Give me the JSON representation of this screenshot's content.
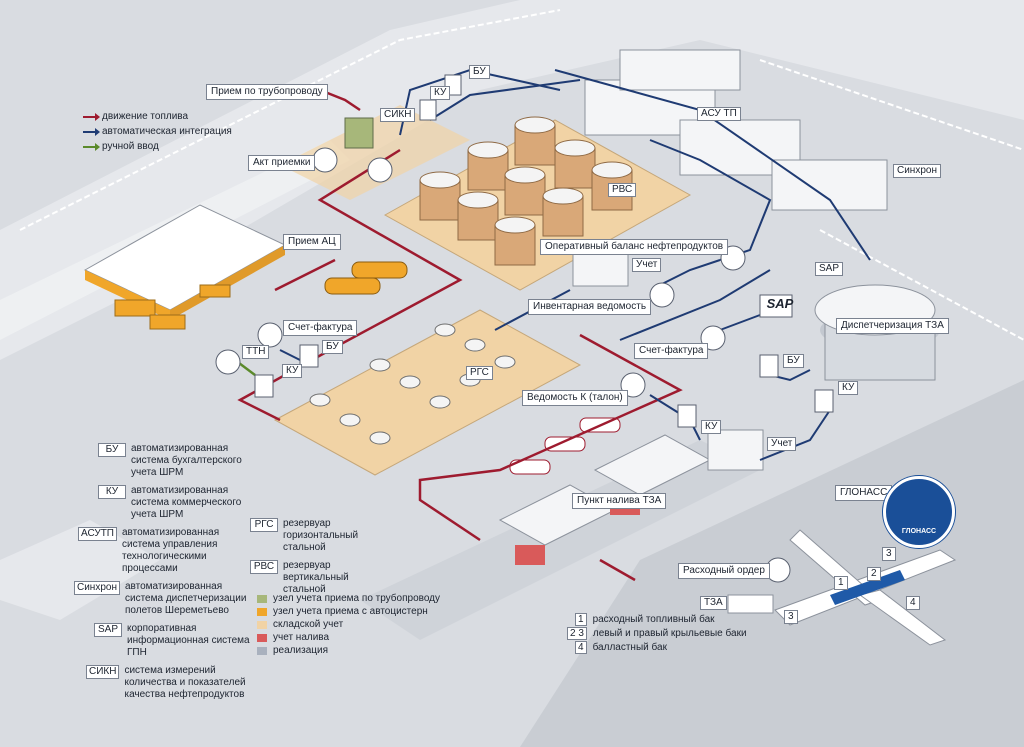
{
  "labels": {
    "pipeline_intake": "Прием по трубопроводу",
    "bu_top": "БУ",
    "sikn": "СИКН",
    "ku_top": "КУ",
    "akt": "Акт приемки",
    "asutp": "АСУ ТП",
    "sinhron": "Синхрон",
    "priem_ac": "Прием АЦ",
    "rvs": "РВС",
    "op_balance": "Оперативный баланс нефтепродуктов",
    "uchet_top": "Учет",
    "sap_tag": "SAP",
    "sap_logo": "SAP",
    "inventory": "Инвентарная ведомость",
    "dispatch": "Диспетчеризация ТЗА",
    "schet_factura_left": "Счет-фактура",
    "ttn": "ТТН",
    "bu_left": "БУ",
    "ku_left": "КУ",
    "rgs": "РГС",
    "schet_factura_right": "Счет-фактура",
    "bu_right": "БУ",
    "ku_right": "КУ",
    "vedomost": "Ведомость К (талон)",
    "ku_mid": "КУ",
    "uchet_bottom": "Учет",
    "glonass": "ГЛОНАСС",
    "glonass_logo": "ГЛОНАСС",
    "punkt": "Пункт налива ТЗА",
    "order": "Расходный ордер",
    "tza": "ТЗА",
    "plane_1": "1",
    "plane_2": "2",
    "plane_3a": "3",
    "plane_3b": "3",
    "plane_4": "4"
  },
  "flow_legend": [
    {
      "label": "движение топлива",
      "color": "#9e1b2f"
    },
    {
      "label": "автоматическая интеграция",
      "color": "#1f3b73"
    },
    {
      "label": "ручной ввод",
      "color": "#5b8a2b"
    }
  ],
  "abbreviations": [
    {
      "abbr": "БУ",
      "desc": "автоматизированная система бухгалтерского учета ШРМ"
    },
    {
      "abbr": "КУ",
      "desc": "автоматизированная система коммерческого учета ШРМ"
    },
    {
      "abbr": "АСУТП",
      "desc": "автоматизированная система управления технологическими процессами"
    },
    {
      "abbr": "Синхрон",
      "desc": "автоматизированная система диспетчеризации полетов Шереметьево"
    },
    {
      "abbr": "SAP",
      "desc": "корпоративная информационная система ГПН"
    },
    {
      "abbr": "СИКН",
      "desc": "система измерений количества и показателей качества нефтепродуктов"
    }
  ],
  "tank_legend": [
    {
      "abbr": "РГС",
      "desc": "резервуар горизонтальный стальной"
    },
    {
      "abbr": "РВС",
      "desc": "резервуар вертикальный стальной"
    }
  ],
  "zone_legend": [
    {
      "label": "узел учета приема по трубопроводу",
      "color": "#a7b77a"
    },
    {
      "label": "узел учета приема с автоцистерн",
      "color": "#f0a62a"
    },
    {
      "label": "складской учет",
      "color": "#f1d3a5"
    },
    {
      "label": "учет налива",
      "color": "#d95a5a"
    },
    {
      "label": "реализация",
      "color": "#a9b1be"
    }
  ],
  "tank_legend_numbers": [
    {
      "num": "1",
      "label": "расходный топливный бак"
    },
    {
      "num": "2 3",
      "label": "левый и правый крыльевые баки"
    },
    {
      "num": "4",
      "label": "балластный бак"
    }
  ],
  "colors": {
    "fuel": "#9e1b2f",
    "integration": "#1f3b73",
    "manual": "#5b8a2b",
    "ground": "#d9dce1",
    "road": "#c4c8cf",
    "zone_orange": "#f0a62a"
  }
}
